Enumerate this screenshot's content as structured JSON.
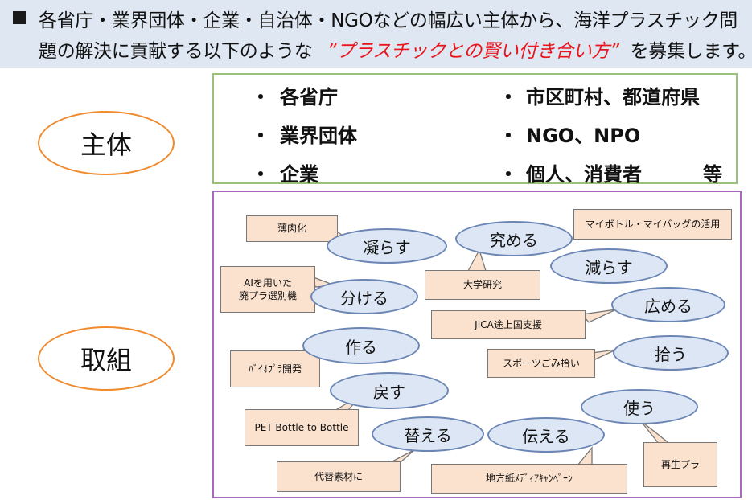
{
  "header": {
    "line1": "各省庁・業界団体・企業・自治体・NGOなどの幅広い主体から、海洋プラスチック問",
    "line2_pre": "題の解決に貢献する以下のような",
    "line2_highlight": "”プラスチックとの賢い付き合い方”",
    "line2_post": "を募集します。"
  },
  "labels": {
    "subject": "主体",
    "action": "取組"
  },
  "subjects": {
    "bullet": "・",
    "left": [
      "各省庁",
      "業界団体",
      "企業"
    ],
    "right": [
      "市区町村、都道府県",
      "NGO、NPO",
      "個人、消費者"
    ],
    "etc": "等"
  },
  "actions": {
    "verbs": [
      "凝らす",
      "究める",
      "減らす",
      "分ける",
      "広める",
      "作る",
      "拾う",
      "戻す",
      "使う",
      "替える",
      "伝える"
    ],
    "examples": [
      "薄肉化",
      "マイボトル・マイバッグの活用",
      "大学研究",
      "AIを用いた\n廃プラ選別機",
      "JICA途上国支援",
      "ﾊﾞｲｵﾌﾟﾗ開発",
      "スポーツごみ拾い",
      "PET Bottle to Bottle",
      "再生プラ",
      "代替素材に",
      "地方紙ﾒﾃﾞｨｱｷｬﾝﾍﾟｰﾝ"
    ]
  },
  "colors": {
    "header_bg": "#dfe7f3",
    "highlight": "#e8151b",
    "oval_border": "#f08a2c",
    "subject_border": "#9bc07a",
    "action_border": "#a56ac0",
    "verb_fill": "#dde6f4",
    "example_fill": "#fbe2cf"
  }
}
